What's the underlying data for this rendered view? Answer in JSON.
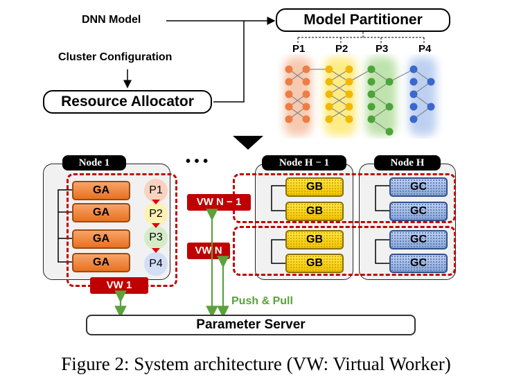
{
  "inputs": {
    "dnn_model": "DNN Model",
    "cluster_configuration": "Cluster Configuration"
  },
  "components": {
    "model_partitioner": "Model Partitioner",
    "resource_allocator": "Resource Allocator",
    "parameter_server": "Parameter Server"
  },
  "partitions": [
    "P1",
    "P2",
    "P3",
    "P4"
  ],
  "partition_colors": [
    "#f4a27a",
    "#f5c400",
    "#5fb04a",
    "#4a78d6"
  ],
  "ellipsis": "• • •",
  "nodes": {
    "node1": {
      "label": "Node 1",
      "gpus": [
        "GA",
        "GA",
        "GA",
        "GA"
      ]
    },
    "nodeH1": {
      "label": "Node H − 1",
      "gpus": [
        "GB",
        "GB",
        "GB",
        "GB"
      ]
    },
    "nodeH": {
      "label": "Node H",
      "gpus": [
        "GC",
        "GC",
        "GC",
        "GC"
      ]
    }
  },
  "stage_labels": [
    "P1",
    "P2",
    "P3",
    "P4"
  ],
  "virtual_workers": {
    "vw1": "VW 1",
    "vwN1": "VW N − 1",
    "vwN": "VW N"
  },
  "push_pull": "Push & Pull",
  "caption": "Figure 2: System architecture (VW: Virtual Worker)"
}
